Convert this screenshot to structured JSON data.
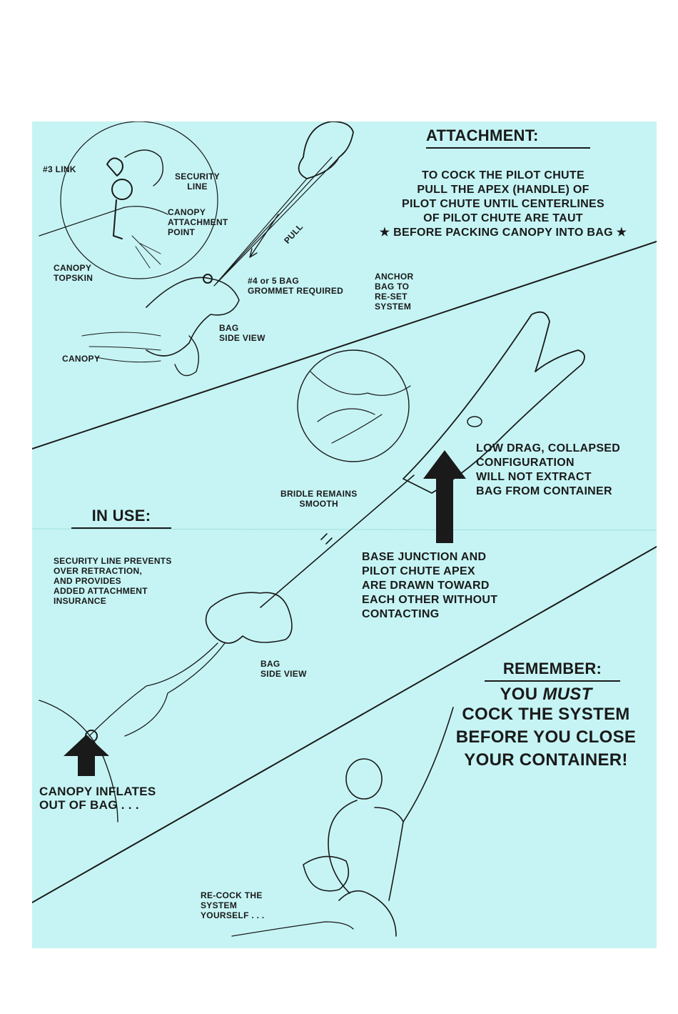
{
  "attachment": {
    "heading": "ATTACHMENT:",
    "instructions": "TO COCK THE PILOT CHUTE\nPULL THE APEX (HANDLE) OF\nPILOT CHUTE UNTIL CENTERLINES\nOF PILOT CHUTE ARE TAUT\n★ BEFORE PACKING CANOPY INTO BAG ★",
    "labels": {
      "link": "#3 LINK",
      "security_line": "SECURITY\nLINE",
      "canopy_attachment": "CANOPY\nATTACHMENT\nPOINT",
      "canopy_topskin": "CANOPY\nTOPSKIN",
      "pull": "PULL",
      "grommet": "#4 or 5 BAG\nGROMMET REQUIRED",
      "anchor": "ANCHOR\nBAG TO\nRE-SET\nSYSTEM",
      "bag_side_view": "BAG\nSIDE VIEW",
      "canopy": "CANOPY"
    }
  },
  "in_use": {
    "heading": "IN USE:",
    "low_drag": "LOW DRAG, COLLAPSED\nCONFIGURATION\nWILL NOT EXTRACT\nBAG FROM CONTAINER",
    "bridle": "BRIDLE REMAINS\nSMOOTH",
    "security_line": "SECURITY LINE PREVENTS\nOVER RETRACTION,\nAND PROVIDES\nADDED ATTACHMENT\nINSURANCE",
    "base_junction": "BASE JUNCTION AND\nPILOT CHUTE APEX\nARE DRAWN TOWARD\nEACH OTHER WITHOUT\nCONTACTING",
    "bag_side_view": "BAG\nSIDE VIEW",
    "canopy_inflates": "CANOPY INFLATES\nOUT OF BAG . . ."
  },
  "remember": {
    "heading": "REMEMBER:",
    "line1_prefix": "YOU ",
    "line1_emphasis": "MUST",
    "line2": "COCK THE SYSTEM",
    "line3": "BEFORE YOU CLOSE",
    "line4": "YOUR CONTAINER!",
    "recock": "RE-COCK THE\nSYSTEM\nYOURSELF . . ."
  },
  "colors": {
    "sheet": "#c6f4f4",
    "ink": "#1a1a1a"
  }
}
